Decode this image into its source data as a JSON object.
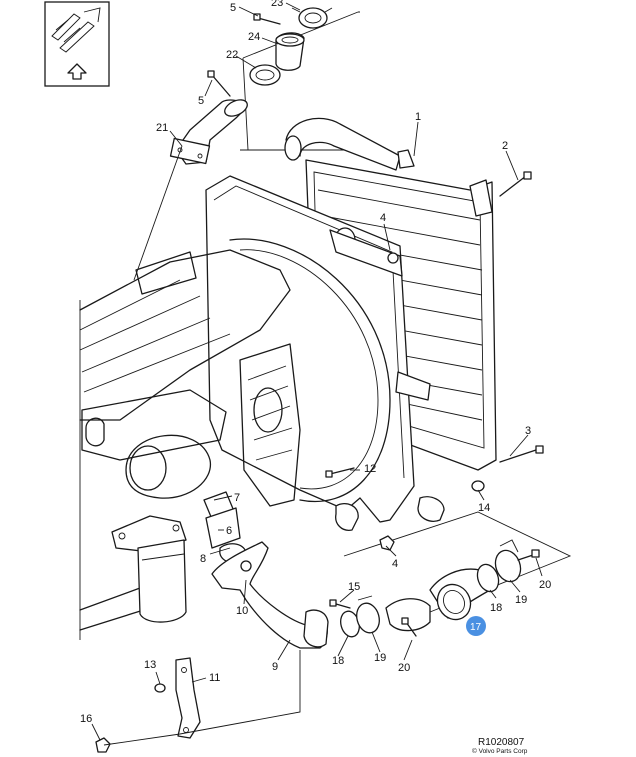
{
  "colors": {
    "line": "#1a1a1a",
    "background": "#ffffff",
    "highlight": "#4a90e2"
  },
  "nav_icon": {
    "icon": "arrow-up-icon"
  },
  "callouts": {
    "c5a": "5",
    "c23": "23",
    "c24": "24",
    "c22": "22",
    "c5b": "5",
    "c21": "21",
    "c1": "1",
    "c2": "2",
    "c4a": "4",
    "c3": "3",
    "c12": "12",
    "c7": "7",
    "c6": "6",
    "c8": "8",
    "c10": "10",
    "c14": "14",
    "c4b": "4",
    "c20a": "20",
    "c19a": "19",
    "c18a": "18",
    "c17": "17",
    "c15": "15",
    "c18b": "18",
    "c19b": "19",
    "c20b": "20",
    "c9": "9",
    "c13": "13",
    "c11": "11",
    "c16": "16"
  },
  "highlighted_callout": "17",
  "reference": "R1020807",
  "copyright": "© Volvo Parts Corp"
}
